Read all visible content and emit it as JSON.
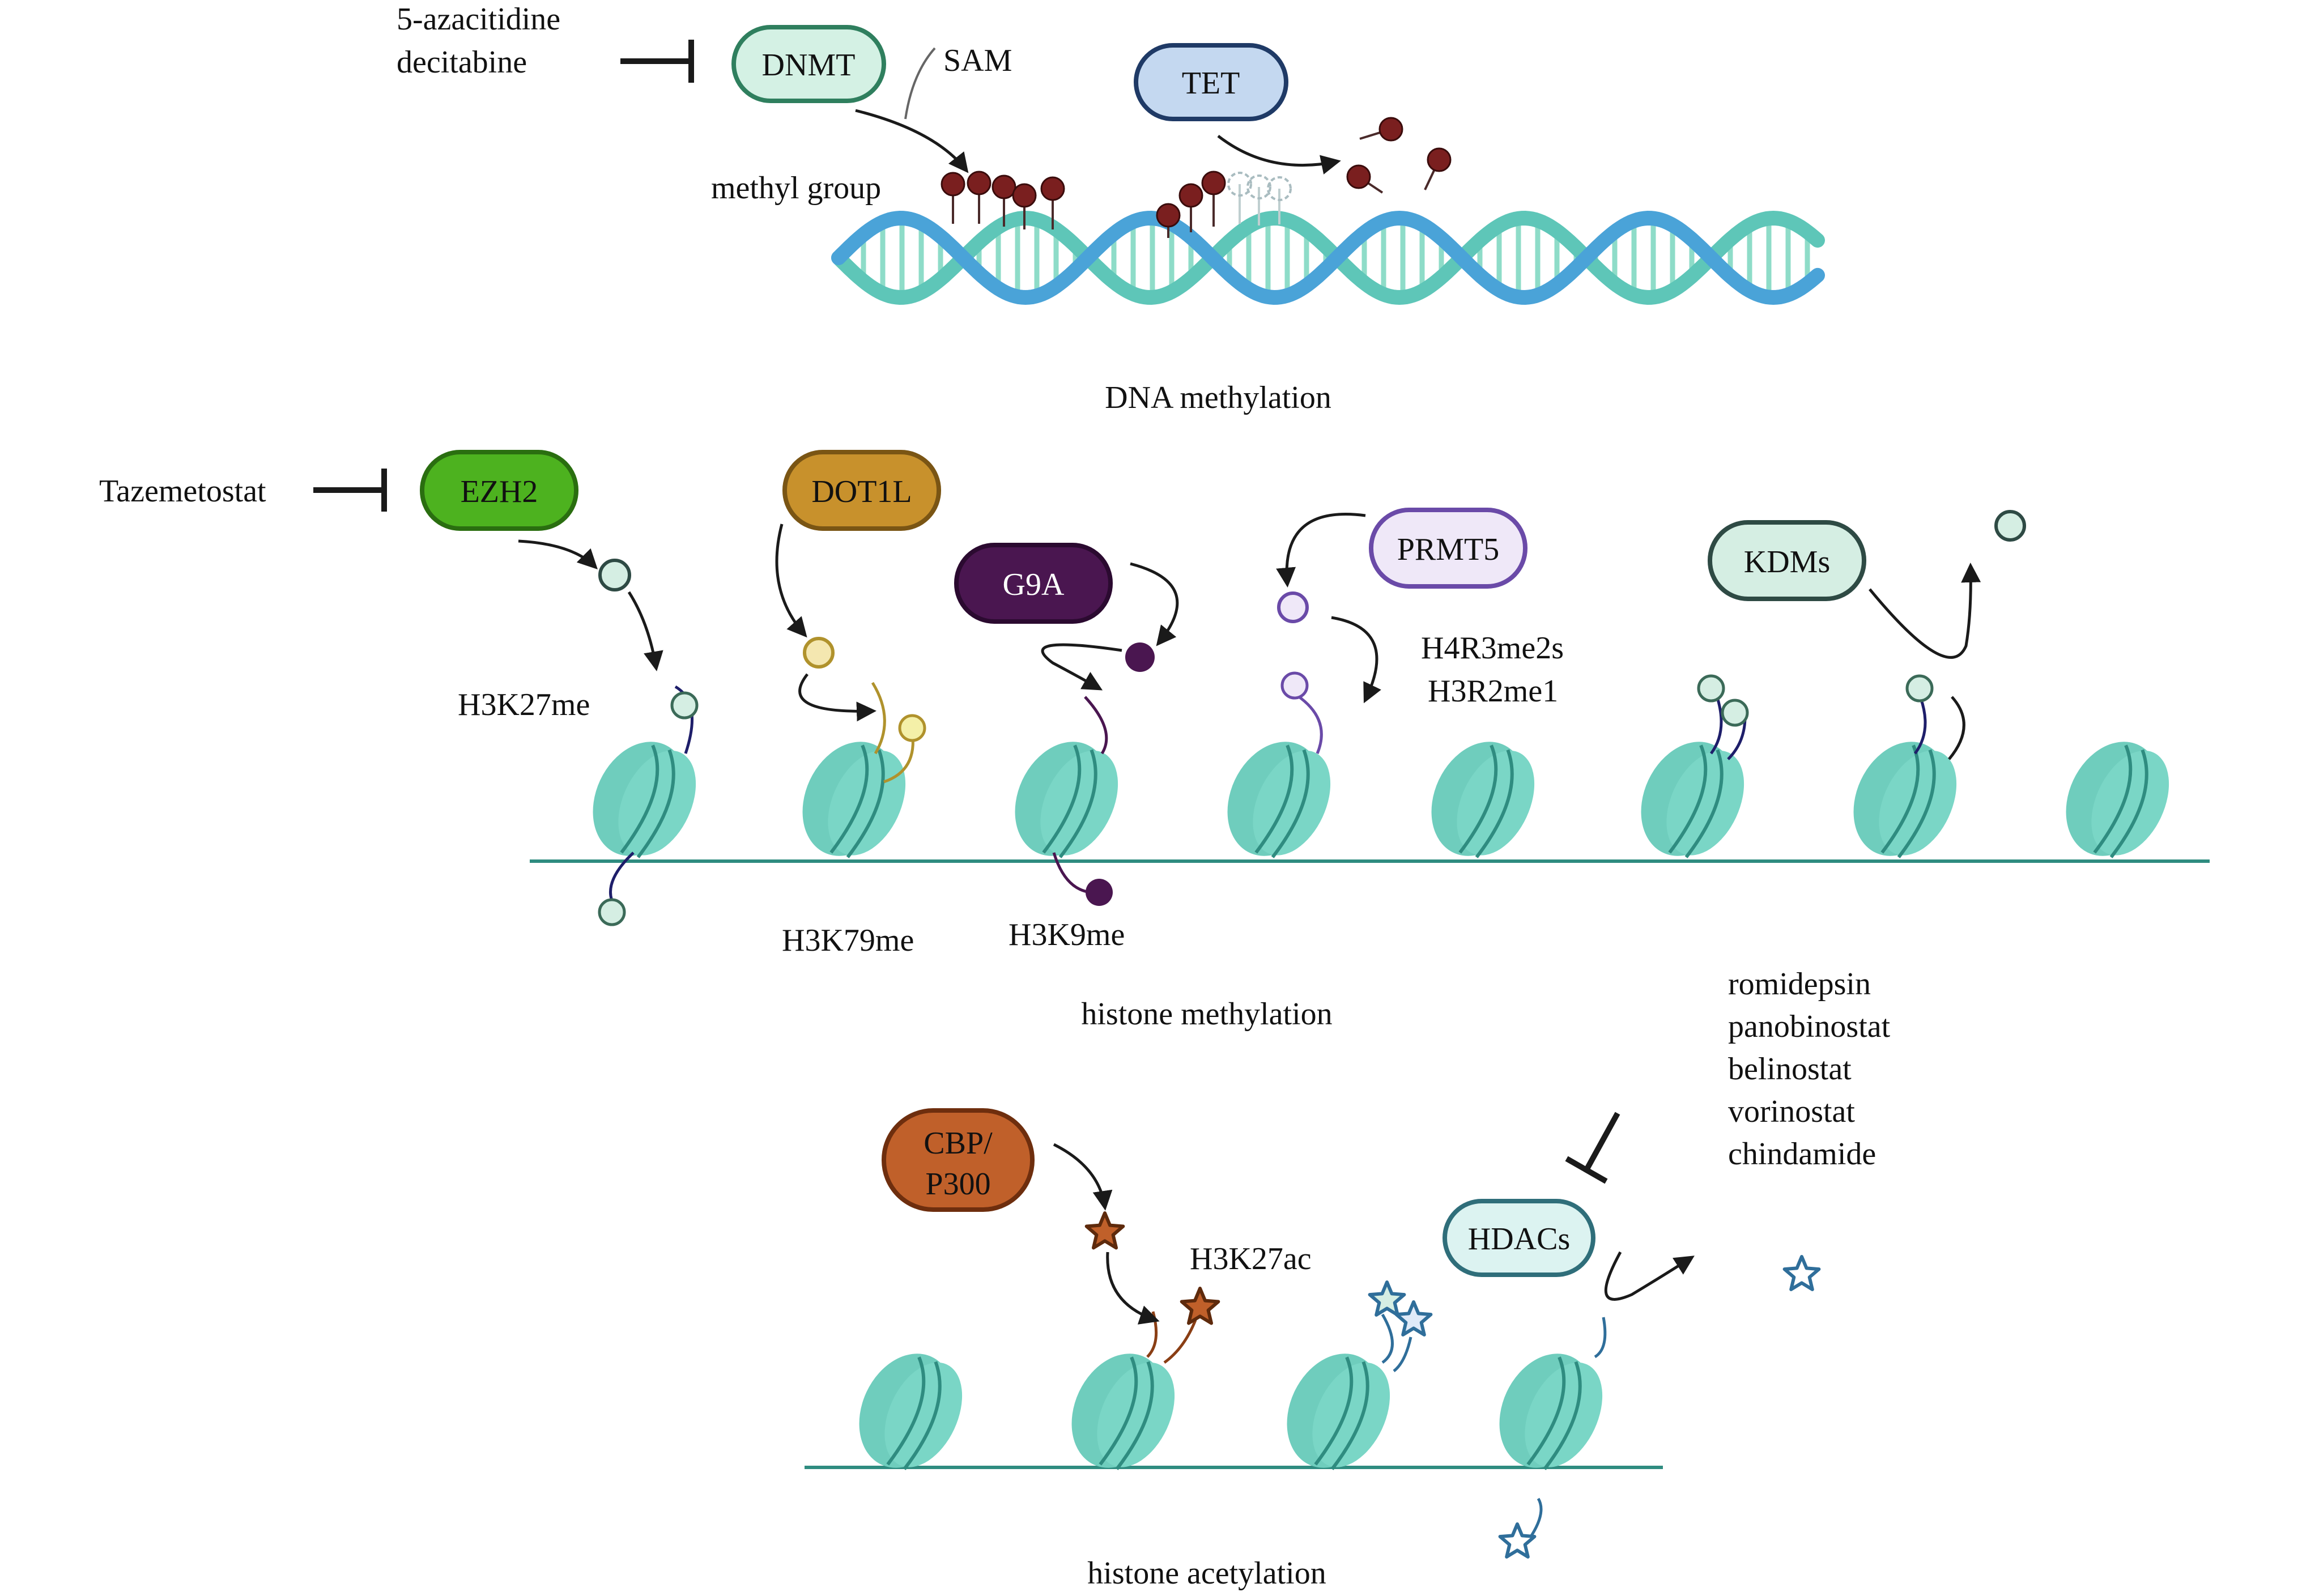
{
  "dna_methylation": {
    "inhibitors": [
      "5-azacitidine",
      "decitabine"
    ],
    "dnmt_label": "DNMT",
    "sam_label": "SAM",
    "tet_label": "TET",
    "methyl_group_label": "methyl group",
    "section_caption": "DNA methylation"
  },
  "histone_methylation": {
    "inhibitor": "Tazemetostat",
    "ezh2_label": "EZH2",
    "dot1l_label": "DOT1L",
    "g9a_label": "G9A",
    "prmt5_label": "PRMT5",
    "kdms_label": "KDMs",
    "h3k27me_label": "H3K27me",
    "h3k79me_label": "H3K79me",
    "h3k9me_label": "H3K9me",
    "h4r3_label": "H4R3me2s",
    "h3r2_label": "H3R2me1",
    "section_caption": "histone methylation"
  },
  "histone_acetylation": {
    "cbp_label_line1": "CBP/",
    "cbp_label_line2": "P300",
    "hdacs_label": "HDACs",
    "h3k27ac_label": "H3K27ac",
    "hdac_inhibitors": [
      "romidepsin",
      "panobinostat",
      "belinostat",
      "vorinostat",
      "chindamide"
    ],
    "section_caption": "histone acetylation"
  },
  "colors": {
    "dna_strand_a": "#4aa3d8",
    "dna_strand_b": "#5ec6b8",
    "nucleosome": "#6fcdbd",
    "nucleosome_dark": "#3b9a8c",
    "methyl": "#7a1f1f",
    "ezh2": "#4db21f",
    "dot1l": "#c8912c",
    "g9a": "#4a1650",
    "prmt5": "#efe8f8",
    "kdms": "#d5eee3",
    "cbp": "#c0602a",
    "hdacs": "#dcf3f1",
    "dnmt": "#d4f1e4",
    "tet": "#c4d8f0"
  }
}
